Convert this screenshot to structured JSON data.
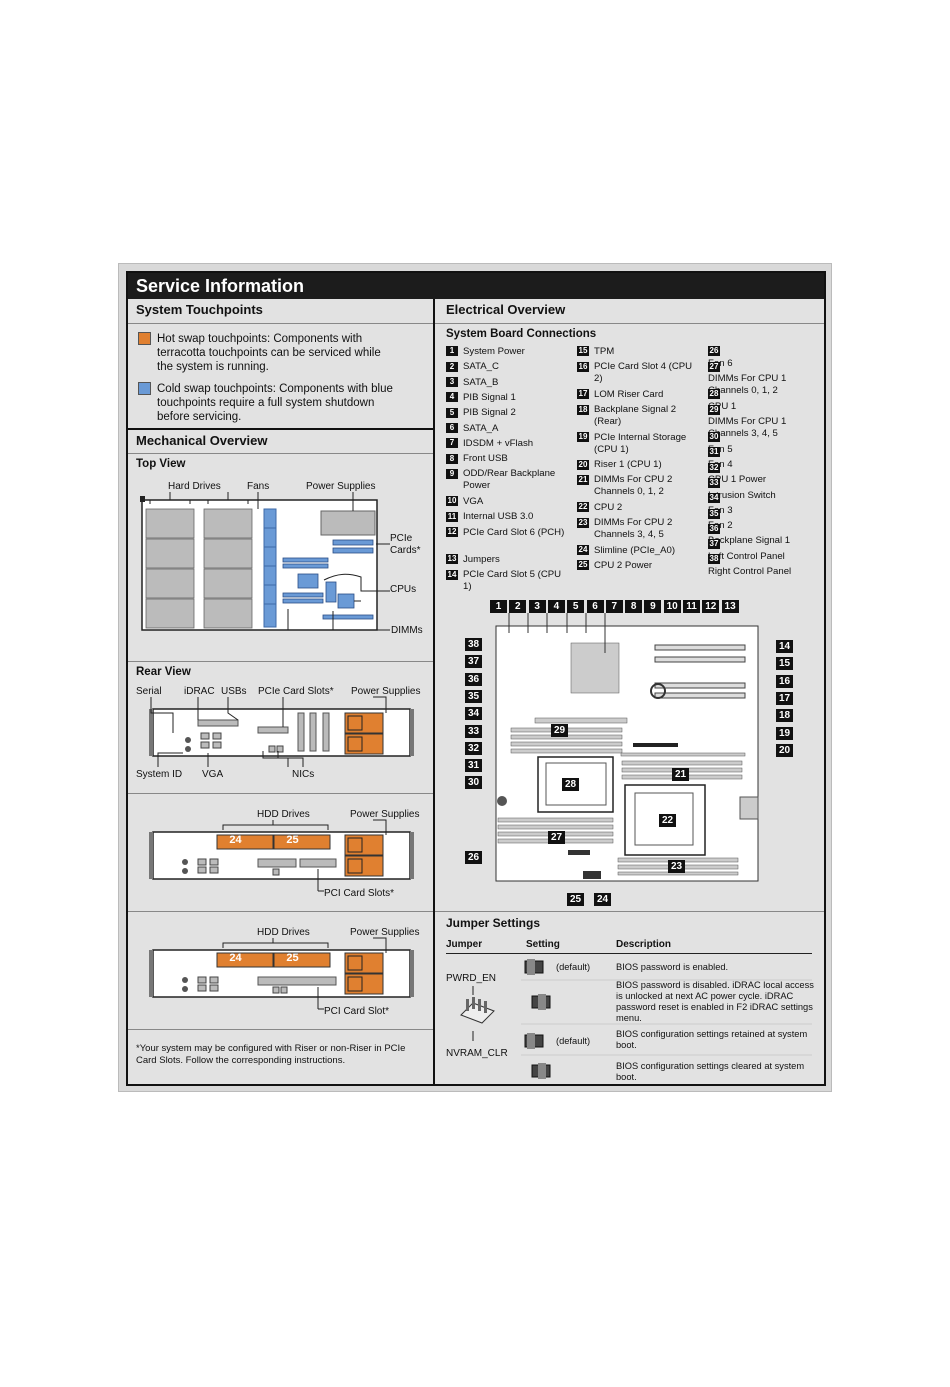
{
  "title": "Service Information",
  "touchpoints": {
    "heading": "System Touchpoints",
    "hot": {
      "color": "#e08030",
      "text": "Hot swap touchpoints: Components with terracotta touchpoints can be serviced while the system is running."
    },
    "cold": {
      "color": "#6a9ad6",
      "text": "Cold swap touchpoints: Components with blue touchpoints require a full system shutdown before servicing."
    }
  },
  "mechanical": {
    "heading": "Mechanical Overview",
    "top_view": {
      "heading": "Top View",
      "labels": {
        "hard_drives": "Hard Drives",
        "fans": "Fans",
        "power_supplies": "Power Supplies",
        "pcie": "PCIe Cards*",
        "cpus": "CPUs",
        "dimms": "DIMMs"
      }
    },
    "rear_view": {
      "heading": "Rear View",
      "labels": {
        "serial": "Serial",
        "idrac": "iDRAC",
        "usbs": "USBs",
        "pcie_slots": "PCIe Card Slots*",
        "power_supplies": "Power Supplies",
        "system_id": "System ID",
        "vga": "VGA",
        "nics": "NICs"
      }
    },
    "rear2": {
      "hdd": "HDD Drives",
      "power_supplies": "Power Supplies",
      "pci": "PCI Card Slots*",
      "d1": "24",
      "d2": "25"
    },
    "rear3": {
      "hdd": "HDD Drives",
      "power_supplies": "Power Supplies",
      "pci": "PCI Card Slot*",
      "d1": "24",
      "d2": "25"
    },
    "footnote": "*Your system may be configured with Riser or non-Riser in PCIe Card Slots. Follow the corresponding instructions."
  },
  "electrical": {
    "heading": "Electrical Overview",
    "subheading": "System Board Connections",
    "col1": [
      {
        "n": "1",
        "t": "System Power"
      },
      {
        "n": "2",
        "t": "SATA_C"
      },
      {
        "n": "3",
        "t": "SATA_B"
      },
      {
        "n": "4",
        "t": "PIB Signal 1"
      },
      {
        "n": "5",
        "t": "PIB Signal 2"
      },
      {
        "n": "6",
        "t": "SATA_A"
      },
      {
        "n": "7",
        "t": "IDSDM + vFlash"
      },
      {
        "n": "8",
        "t": "Front USB"
      },
      {
        "n": "9",
        "t": "ODD/Rear Backplane Power"
      },
      {
        "n": "10",
        "t": "VGA"
      },
      {
        "n": "11",
        "t": "Internal USB 3.0"
      },
      {
        "n": "12",
        "t": "PCIe Card Slot 6 (PCH)"
      },
      {
        "n": "13",
        "t": "Jumpers"
      },
      {
        "n": "14",
        "t": "PCIe Card Slot 5 (CPU 1)"
      }
    ],
    "col2": [
      {
        "n": "15",
        "t": "TPM"
      },
      {
        "n": "16",
        "t": "PCIe Card Slot 4 (CPU 2)"
      },
      {
        "n": "17",
        "t": "LOM Riser Card"
      },
      {
        "n": "18",
        "t": "Backplane Signal 2 (Rear)"
      },
      {
        "n": "19",
        "t": "PCIe Internal Storage (CPU 1)"
      },
      {
        "n": "20",
        "t": "Riser 1 (CPU 1)"
      },
      {
        "n": "21",
        "t": "DIMMs For CPU 2 Channels 0, 1, 2"
      },
      {
        "n": "22",
        "t": "CPU 2"
      },
      {
        "n": "23",
        "t": "DIMMs For CPU 2 Channels 3, 4, 5"
      },
      {
        "n": "24",
        "t": "Slimline (PCIe_A0)"
      },
      {
        "n": "25",
        "t": "CPU 2 Power"
      }
    ],
    "col3": [
      {
        "n": "26",
        "t": "Fan 6"
      },
      {
        "n": "27",
        "t": "DIMMs For CPU 1 Channels 0, 1, 2"
      },
      {
        "n": "28",
        "t": "CPU 1"
      },
      {
        "n": "29",
        "t": "DIMMs For CPU 1 Channels 3, 4, 5"
      },
      {
        "n": "30",
        "t": "Fan 5"
      },
      {
        "n": "31",
        "t": "Fan 4"
      },
      {
        "n": "32",
        "t": "CPU 1 Power"
      },
      {
        "n": "33",
        "t": "Intrusion Switch"
      },
      {
        "n": "34",
        "t": "Fan 3"
      },
      {
        "n": "35",
        "t": "Fan 2"
      },
      {
        "n": "36",
        "t": "Backplane Signal 1"
      },
      {
        "n": "37",
        "t": "Left Control Panel"
      },
      {
        "n": "38",
        "t": "Right Control Panel"
      }
    ],
    "top_badges": [
      "1",
      "2",
      "3",
      "4",
      "5",
      "6",
      "7",
      "8",
      "9",
      "10",
      "11",
      "12",
      "13"
    ],
    "left_badges": [
      "38",
      "37",
      "36",
      "35",
      "34",
      "33",
      "32",
      "31",
      "30",
      "26"
    ],
    "right_badges": [
      "14",
      "15",
      "16",
      "17",
      "18",
      "19",
      "20"
    ],
    "inner": {
      "b29": "29",
      "b28": "28",
      "b21": "21",
      "b22": "22",
      "b27": "27",
      "b23": "23"
    },
    "bottom_badges": [
      "25",
      "24"
    ]
  },
  "jumpers": {
    "heading": "Jumper Settings",
    "cols": {
      "jumper": "Jumper",
      "setting": "Setting",
      "description": "Description"
    },
    "pwrd": "PWRD_EN",
    "nvram": "NVRAM_CLR",
    "rows": [
      {
        "setting": "(default)",
        "desc": "BIOS password is enabled."
      },
      {
        "setting": "",
        "desc": "BIOS password is disabled. iDRAC local access is unlocked at next AC power cycle. iDRAC password reset is enabled in F2 iDRAC settings menu."
      },
      {
        "setting": "(default)",
        "desc": "BIOS configuration settings retained at system boot."
      },
      {
        "setting": "",
        "desc": "BIOS configuration settings cleared at system boot."
      }
    ]
  }
}
